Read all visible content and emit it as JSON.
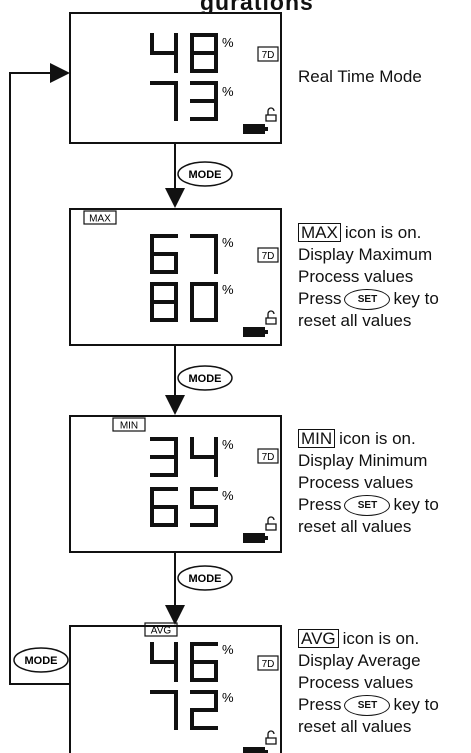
{
  "header": {
    "title_fragment": "gurations"
  },
  "mode_button_label": "MODE",
  "set_key_label": "SET",
  "percent_sign": "%",
  "range_badge": "7D",
  "screens": [
    {
      "tag": "",
      "top_value": "48",
      "bottom_value": "73"
    },
    {
      "tag": "MAX",
      "top_value": "67",
      "bottom_value": "80"
    },
    {
      "tag": "MIN",
      "top_value": "34",
      "bottom_value": "65"
    },
    {
      "tag": "AVG",
      "top_value": "46",
      "bottom_value": "72"
    }
  ],
  "captions": {
    "realtime": "Real Time Mode",
    "max": {
      "icon": "MAX",
      "line1": "icon is on.",
      "line2": "Display Maximum",
      "line3": "Process values",
      "press": "Press",
      "key_to": "key to",
      "line5": "reset all values"
    },
    "min": {
      "icon": "MIN",
      "line1": "icon is on.",
      "line2": "Display Minimum",
      "line3": "Process values",
      "press": "Press",
      "key_to": "key to",
      "line5": "reset all values"
    },
    "avg": {
      "icon": "AVG",
      "line1": "icon is on.",
      "line2": "Display Average",
      "line3": "Process values",
      "press": "Press",
      "key_to": "key to",
      "line5": "reset all values"
    }
  },
  "icons": [
    "unlock-icon",
    "battery-icon",
    "arrow-down-icon",
    "arrow-right-icon"
  ]
}
